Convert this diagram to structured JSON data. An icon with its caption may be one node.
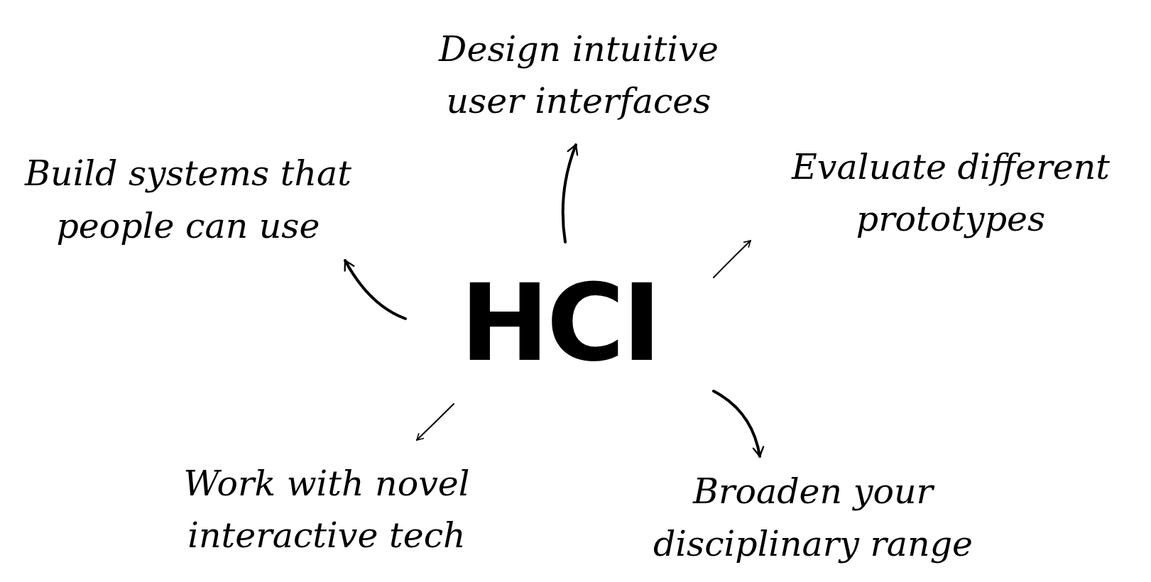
{
  "diagram": {
    "nodes": [
      {
        "text": [
          "HCI"
        ]
      },
      {
        "text": [
          "Design intuitive user interfaces"
        ]
      },
      {
        "text": [
          "Build systems that people can use"
        ]
      },
      {
        "text": [
          "Evaluate different prototypes"
        ]
      },
      {
        "text": [
          "Work with novel interactive tech"
        ]
      },
      {
        "text": [
          "Broaden your disciplinary range"
        ]
      }
    ],
    "edges": [
      {
        "from": 0,
        "to": 1,
        "arrow": "to"
      },
      {
        "from": 0,
        "to": 2,
        "arrow": "to"
      },
      {
        "from": 0,
        "to": 3,
        "arrow": "to"
      },
      {
        "from": 0,
        "to": 4,
        "arrow": "to"
      },
      {
        "from": 0,
        "to": 5,
        "arrow": "to"
      }
    ]
  }
}
